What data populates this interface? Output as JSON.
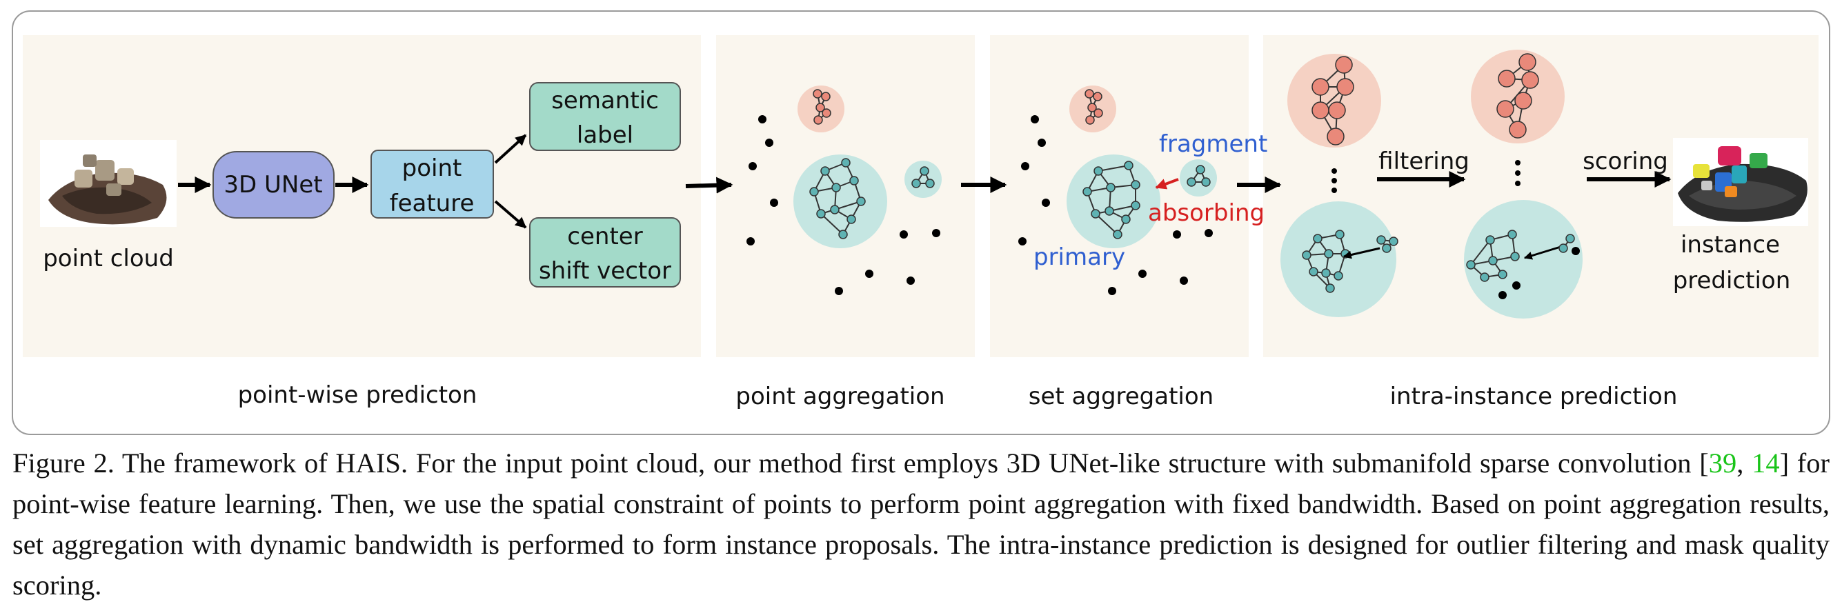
{
  "figure": {
    "input_label": "point cloud",
    "unet_label": "3D UNet",
    "point_feature": [
      "point",
      "feature"
    ],
    "semantic_label": [
      "semantic",
      "label"
    ],
    "center_shift": [
      "center",
      "shift vector"
    ],
    "fragment_label": "fragment",
    "absorbing_label": "absorbing",
    "primary_label": "primary",
    "filtering_label": "filtering",
    "scoring_label": "scoring",
    "output_label": [
      "instance",
      "prediction"
    ],
    "stage_labels": [
      "point-wise predicton",
      "point aggregation",
      "set aggregation",
      "intra-instance prediction"
    ],
    "colors": {
      "stage_bg": "#faf6ee",
      "unet_fill": "#a0a9e2",
      "feature_fill": "#a7d5ea",
      "head_fill": "#a3dac9",
      "cluster_teal": "#c5e6e2",
      "cluster_salmon": "#f5d1c3",
      "node_teal": "#5fb3b3",
      "node_salmon": "#e9897a",
      "label_blue": "#2f5fd0",
      "label_red": "#d62020",
      "citation_green": "#19c419"
    }
  },
  "caption": {
    "prefix": "Figure 2. The framework of HAIS. For the input point cloud, our method first employs 3D UNet-like structure with submanifold sparse convolution [",
    "cite1": "39",
    "sep": ", ",
    "cite2": "14",
    "suffix": "] for point-wise feature learning. Then, we use the spatial constraint of points to perform point aggregation with fixed bandwidth.  Based on point aggregation results, set aggregation with dynamic bandwidth is performed to form instance proposals.  The intra-instance prediction is designed for outlier filtering and mask quality scoring."
  }
}
